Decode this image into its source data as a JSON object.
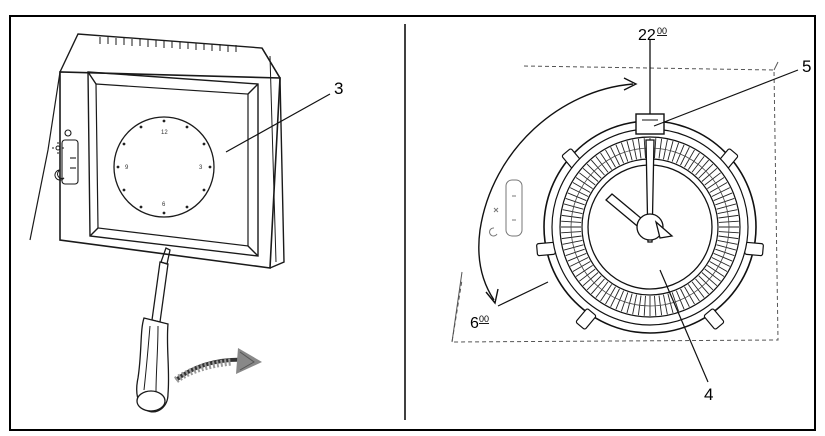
{
  "callouts": {
    "left_dial": "3",
    "segment_ring": "4",
    "tab_marker": "5"
  },
  "time_labels": {
    "night_start_hour": "22",
    "night_start_min": "00",
    "night_end_hour": "6",
    "night_end_min": "00"
  },
  "dial_numbers": [
    "12",
    "3",
    "6",
    "9"
  ],
  "icons": {
    "moon": "crescent-moon-icon",
    "sun": "sun-icon",
    "screwdriver": "screwdriver-icon",
    "rotate_arrow": "rotation-arrow-icon"
  },
  "colors": {
    "line": "#1a1a1a",
    "frame": "#000000",
    "background": "#ffffff"
  }
}
